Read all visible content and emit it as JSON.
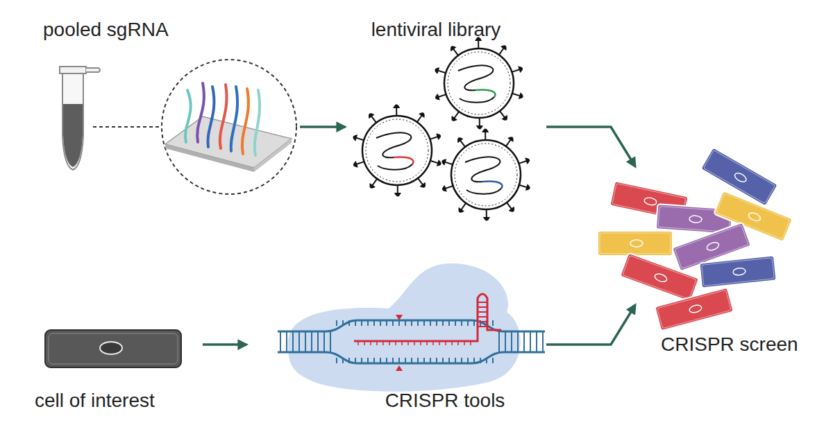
{
  "diagram": {
    "nodes": [
      {
        "text": [
          "pooled sgRNA"
        ]
      },
      {
        "text": [
          "lentiviral library"
        ]
      },
      {
        "text": [
          "cell of interest"
        ]
      },
      {
        "text": [
          "CRISPR tools"
        ]
      },
      {
        "text": [
          "CRISPR screen"
        ]
      }
    ],
    "edges": [
      {
        "from": 0,
        "to": 1,
        "arrow": "to"
      },
      {
        "from": 1,
        "to": 4,
        "arrow": "to"
      },
      {
        "from": 2,
        "to": 3,
        "arrow": "to"
      },
      {
        "from": 3,
        "to": 4,
        "arrow": "to"
      }
    ]
  }
}
